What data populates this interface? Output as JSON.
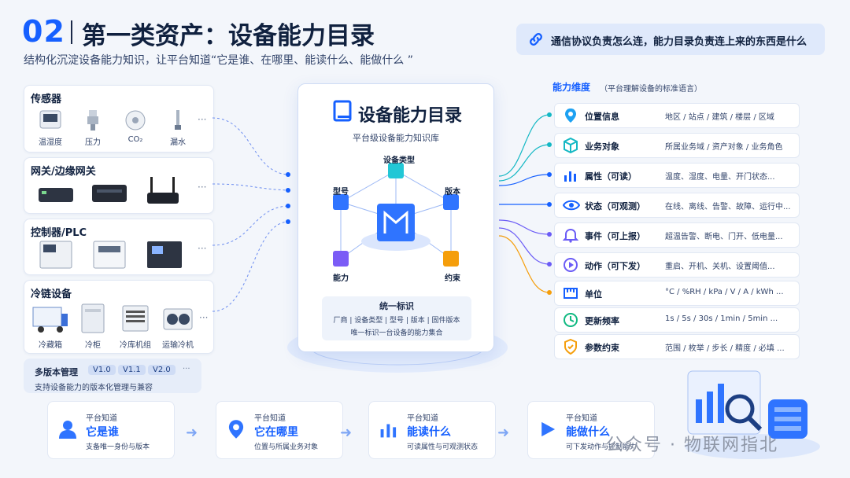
{
  "header": {
    "number": "02",
    "title": "第一类资产：设备能力目录",
    "subtitle": "结构化沉淀设备能力知识，让平台知道“它是谁、在哪里、能读什么、能做什么 ”",
    "callout": "通信协议负责怎么连，能力目录负责连上来的东西是什么"
  },
  "categories": [
    {
      "title": "传感器",
      "devices": [
        "温湿度",
        "压力",
        "CO₂",
        "漏水"
      ]
    },
    {
      "title": "网关/边缘网关",
      "devices": [
        "",
        "",
        ""
      ]
    },
    {
      "title": "控制器/PLC",
      "devices": [
        "",
        "",
        ""
      ]
    },
    {
      "title": "冷链设备",
      "devices": [
        "冷藏箱",
        "冷柜",
        "冷库机组",
        "运输冷机"
      ]
    }
  ],
  "ellipsis": "···",
  "versions": {
    "title": "多版本管理",
    "tags": [
      "V1.0",
      "V1.1",
      "V2.0",
      "···"
    ],
    "subtitle": "支持设备能力的版本化管理与兼容"
  },
  "center": {
    "title": "设备能力目录",
    "subtitle": "平台级设备能力知识库",
    "nodes": {
      "top": "设备类型",
      "left": "型号",
      "right": "版本",
      "bottom_left": "能力",
      "bottom_right": "约束"
    },
    "unified_title": "统一标识",
    "unified_fields": "厂商 | 设备类型 | 型号 | 版本 | 固件版本",
    "unified_desc": "唯一标识一台设备的能力集合"
  },
  "dimensions": {
    "title": "能力维度",
    "note": "（平台理解设备的标准语言）",
    "rows": [
      {
        "name": "位置信息",
        "value": "地区 / 站点 / 建筑 / 楼层 / 区域",
        "icon": "location-icon",
        "color": "#1da1f2"
      },
      {
        "name": "业务对象",
        "value": "所属业务域 / 资产对象 / 业务角色",
        "icon": "cube-icon",
        "color": "#14b8c4"
      },
      {
        "name": "属性（可读）",
        "value": "温度、湿度、电量、开门状态...",
        "icon": "bar-chart-icon",
        "color": "#1660ff"
      },
      {
        "name": "状态（可观测）",
        "value": "在线、离线、告警、故障、运行中...",
        "icon": "eye-icon",
        "color": "#1660ff"
      },
      {
        "name": "事件（可上报）",
        "value": "超温告警、断电、门开、低电量...",
        "icon": "bell-icon",
        "color": "#6b5cf6"
      },
      {
        "name": "动作（可下发）",
        "value": "重启、开机、关机、设置阈值...",
        "icon": "play-icon",
        "color": "#6b5cf6"
      },
      {
        "name": "单位",
        "value": "°C / %RH / kPa / V / A / kWh ...",
        "icon": "ruler-icon",
        "color": "#1660ff"
      },
      {
        "name": "更新频率",
        "value": "1s / 5s / 30s / 1min / 5min ...",
        "icon": "clock-icon",
        "color": "#10b981"
      },
      {
        "name": "参数约束",
        "value": "范围 / 枚举 / 步长 / 精度 / 必填 ...",
        "icon": "shield-check-icon",
        "color": "#f59e0b"
      }
    ]
  },
  "bottom": [
    {
      "kicker": "平台知道",
      "title": "它是谁",
      "sub": "支备唯一身份与版本",
      "icon": "person-icon"
    },
    {
      "kicker": "平台知道",
      "title": "它在哪里",
      "sub": "位置与所属业务对象",
      "icon": "location-icon"
    },
    {
      "kicker": "平台知道",
      "title": "能读什么",
      "sub": "可读属性与可观测状态",
      "icon": "bar-chart-icon"
    },
    {
      "kicker": "平台知道",
      "title": "能做什么",
      "sub": "可下发动作与控制能力",
      "icon": "play-icon"
    }
  ],
  "watermark": "公众号 · 物联网指北"
}
